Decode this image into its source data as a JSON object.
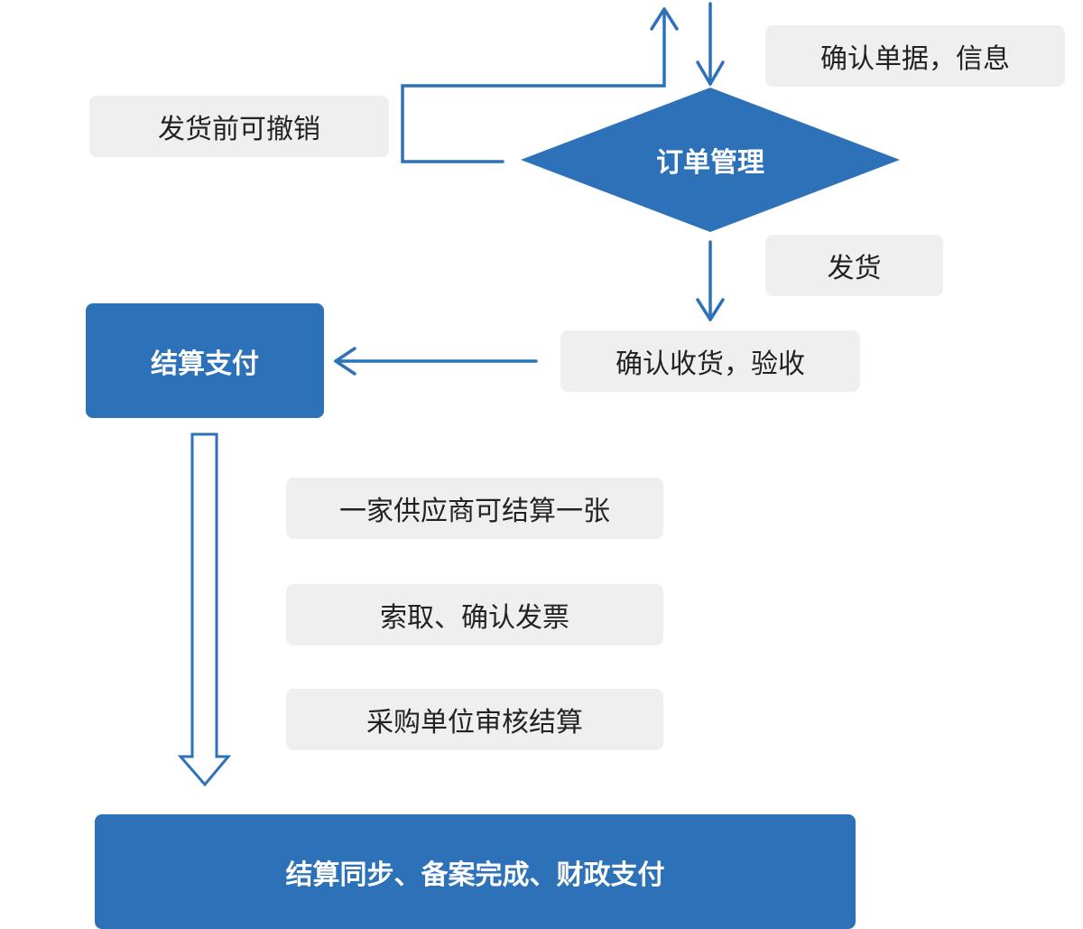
{
  "colors": {
    "primary_blue": "#2d72b8",
    "note_gray": "#efefef",
    "note_text": "#222222",
    "primary_text": "#ffffff"
  },
  "notes": {
    "confirm_docs": "确认单据，信息",
    "cancel_before_ship": "发货前可撤销",
    "ship": "发货",
    "confirm_receipt": "确认收货，验收",
    "one_supplier": "一家供应商可结算一张",
    "invoice": "索取、确认发票",
    "audit": "采购单位审核结算"
  },
  "nodes": {
    "order_management": "订单管理",
    "settlement_payment": "结算支付",
    "final": "结算同步、备案完成、财政支付"
  }
}
